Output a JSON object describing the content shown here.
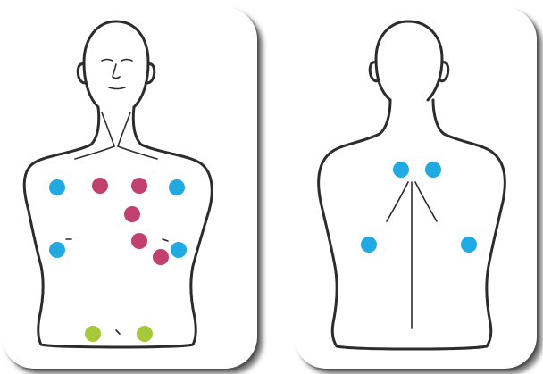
{
  "colors": {
    "anterior_marker": "#21a9e1",
    "precordial_marker": "#c2406d",
    "lower_marker": "#a6c93a",
    "outline": "#2c2c2c",
    "shadow": "#3a3a3a"
  },
  "front_view": {
    "figure": "torso-front-icon",
    "markers": {
      "limb": [
        {
          "name": "right-shoulder-electrode",
          "color_key": "anterior_marker"
        },
        {
          "name": "left-shoulder-electrode",
          "color_key": "anterior_marker"
        },
        {
          "name": "right-flank-electrode",
          "color_key": "anterior_marker"
        },
        {
          "name": "left-flank-electrode",
          "color_key": "anterior_marker"
        }
      ],
      "precordial": [
        {
          "name": "precordial-electrode-1",
          "color_key": "precordial_marker"
        },
        {
          "name": "precordial-electrode-2",
          "color_key": "precordial_marker"
        },
        {
          "name": "precordial-electrode-3",
          "color_key": "precordial_marker"
        },
        {
          "name": "precordial-electrode-4",
          "color_key": "precordial_marker"
        },
        {
          "name": "precordial-electrode-5",
          "color_key": "precordial_marker"
        }
      ],
      "lower": [
        {
          "name": "lower-right-electrode",
          "color_key": "lower_marker"
        },
        {
          "name": "lower-left-electrode",
          "color_key": "lower_marker"
        }
      ]
    }
  },
  "back_view": {
    "figure": "torso-back-icon",
    "markers": [
      {
        "name": "upper-back-left-electrode",
        "color_key": "anterior_marker"
      },
      {
        "name": "upper-back-right-electrode",
        "color_key": "anterior_marker"
      },
      {
        "name": "mid-back-left-electrode",
        "color_key": "anterior_marker"
      },
      {
        "name": "mid-back-right-electrode",
        "color_key": "anterior_marker"
      }
    ]
  }
}
